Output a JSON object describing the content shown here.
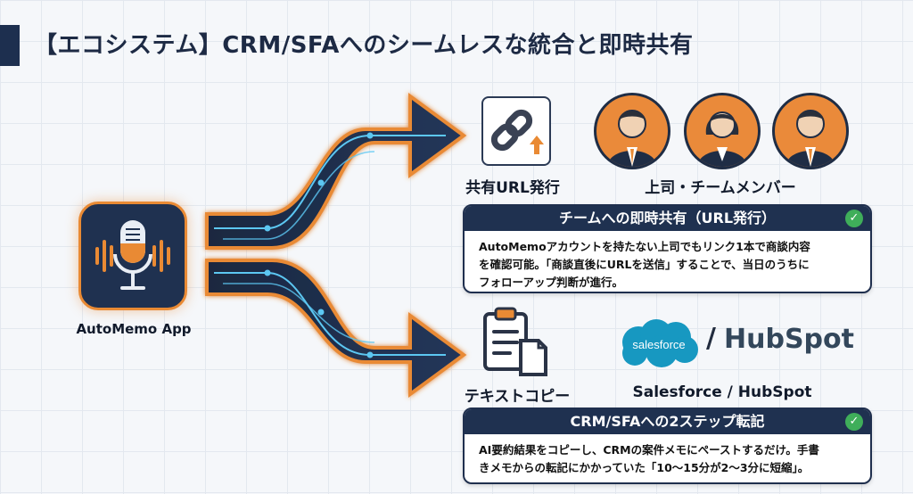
{
  "header": {
    "title": "【エコシステム】CRM/SFAへのシームレスな統合と即時共有"
  },
  "source": {
    "label": "AutoMemo App",
    "icon": "microphone-waveform-icon"
  },
  "share_branch": {
    "icon": "link-upload-icon",
    "label": "共有URL発行",
    "audience_label": "上司・チームメンバー",
    "audience_icon": "team-avatars-icon",
    "card": {
      "title": "チームへの即時共有（URL発行）",
      "body_line1": "AutoMemoアカウントを持たない上司でもリンク1本で商談内容",
      "body_line2": "を確認可能。「商談直後にURLを送信」することで、当日のうちに",
      "body_line3": "フォローアップ判断が進行。"
    }
  },
  "crm_branch": {
    "icon": "clipboard-copy-icon",
    "label": "テキストコピー",
    "logo_salesforce": "salesforce",
    "logo_slash": "/",
    "logo_hubspot": "HubSpot",
    "caption": "Salesforce / HubSpot",
    "card": {
      "title": "CRM/SFAへの2ステップ転記",
      "body_line1": "AI要約結果をコピーし、CRMの案件メモにペーストするだけ。手書",
      "body_line2": "きメモからの転記にかかっていた「10〜15分が2〜3分に短縮」。"
    }
  },
  "colors": {
    "navy": "#1f3150",
    "orange": "#e98a34",
    "circuit": "#5cc7f2",
    "check": "#3fae5a"
  }
}
